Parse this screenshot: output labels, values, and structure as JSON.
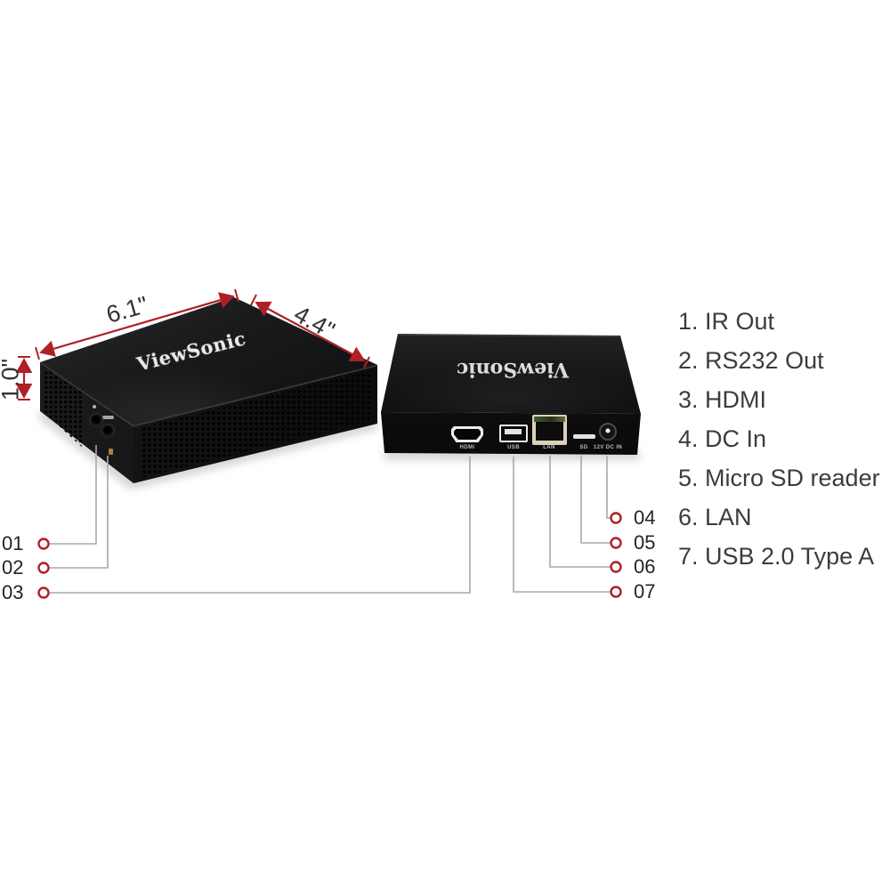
{
  "brand": {
    "logo_text": "ViewSonic"
  },
  "dimensions": {
    "width": "6.1\"",
    "depth": "4.4\"",
    "height": "1.0\""
  },
  "rear_ports": [
    {
      "label": "HDMI"
    },
    {
      "label": "USB"
    },
    {
      "label": "LAN"
    },
    {
      "label": "SD"
    },
    {
      "label": "12V DC IN"
    }
  ],
  "callouts": {
    "left": [
      {
        "label": "01"
      },
      {
        "label": "02"
      },
      {
        "label": "03"
      }
    ],
    "right": [
      {
        "label": "04"
      },
      {
        "label": "05"
      },
      {
        "label": "06"
      },
      {
        "label": "07"
      }
    ]
  },
  "legend": {
    "items": [
      {
        "label": "1. IR Out"
      },
      {
        "label": "2. RS232 Out"
      },
      {
        "label": "3. HDMI"
      },
      {
        "label": "4. DC In"
      },
      {
        "label": "5. Micro SD reader"
      },
      {
        "label": "6. LAN"
      },
      {
        "label": "7. USB 2.0 Type A"
      }
    ]
  },
  "colors": {
    "accent_red": "#ae2026",
    "connector_gray": "#a8a8a8",
    "text_dark": "#3c3c3c",
    "callout_text": "#242424",
    "logo_white": "#e9e9e9",
    "device_black": "#121214"
  }
}
